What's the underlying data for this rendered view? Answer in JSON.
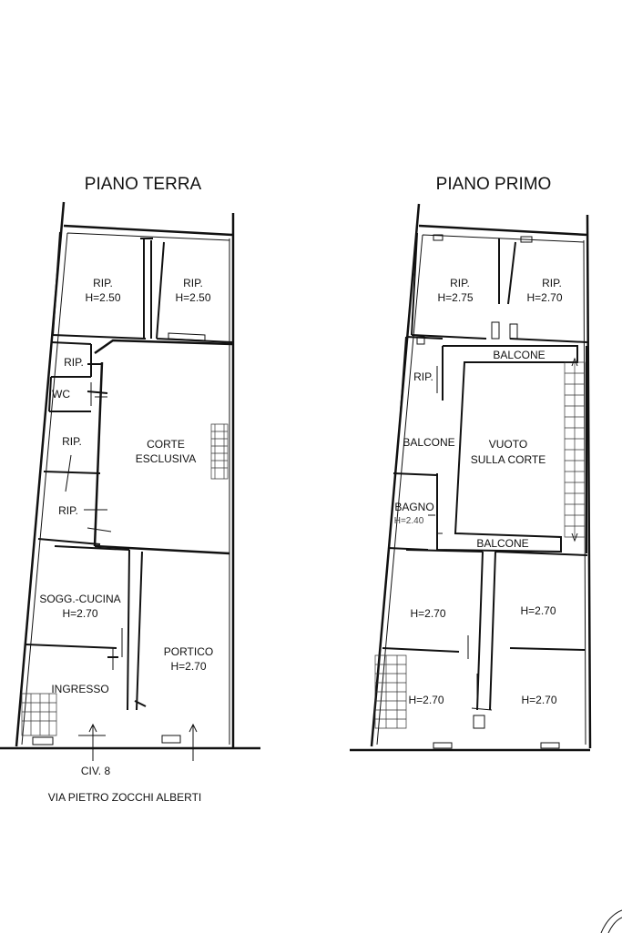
{
  "ground_floor": {
    "title": "PIANO TERRA",
    "rooms": [
      {
        "name": "RIP.",
        "height": "H=2.50"
      },
      {
        "name": "RIP.",
        "height": "H=2.50"
      },
      {
        "name": "RIP.",
        "height": ""
      },
      {
        "name": "WC",
        "height": ""
      },
      {
        "name": "RIP.",
        "height": ""
      },
      {
        "name": "RIP.",
        "height": ""
      },
      {
        "name": "CORTE",
        "height": "ESCLUSIVA"
      },
      {
        "name": "SOGG.-CUCINA",
        "height": "H=2.70"
      },
      {
        "name": "PORTICO",
        "height": "H=2.70"
      },
      {
        "name": "INGRESSO",
        "height": ""
      }
    ],
    "civic_number": "CIV. 8",
    "street": "VIA PIETRO ZOCCHI ALBERTI"
  },
  "first_floor": {
    "title": "PIANO PRIMO",
    "rooms": [
      {
        "name": "RIP.",
        "height": "H=2.75"
      },
      {
        "name": "RIP.",
        "height": "H=2.70"
      },
      {
        "name": "BALCONE",
        "height": ""
      },
      {
        "name": "RIP.",
        "height": ""
      },
      {
        "name": "BALCONE",
        "height": ""
      },
      {
        "name": "VUOTO",
        "height": "SULLA CORTE"
      },
      {
        "name": "BAGNO",
        "height": "H=2.40"
      },
      {
        "name": "BALCONE",
        "height": ""
      },
      {
        "name": "",
        "height": "H=2.70"
      },
      {
        "name": "",
        "height": "H=2.70"
      },
      {
        "name": "",
        "height": "H=2.70"
      },
      {
        "name": "",
        "height": "H=2.70"
      }
    ]
  }
}
